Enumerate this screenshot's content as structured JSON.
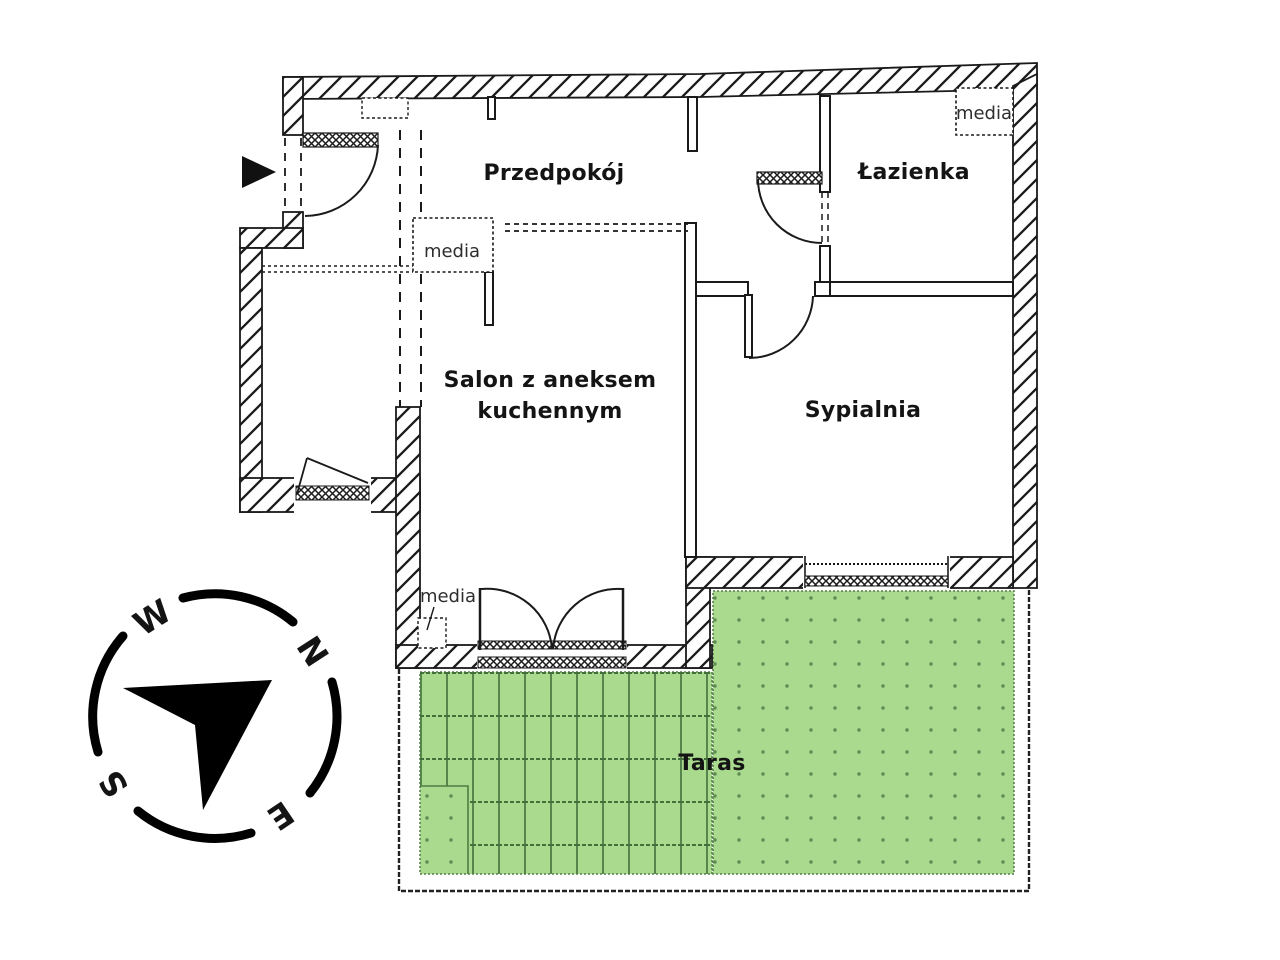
{
  "rooms": {
    "hallway": {
      "label": "Przedpokój"
    },
    "bathroom": {
      "label": "Łazienka"
    },
    "living": {
      "line1": "Salon z aneksem",
      "line2": "kuchennym"
    },
    "bedroom": {
      "label": "Sypialnia"
    },
    "terrace": {
      "label": "Taras"
    }
  },
  "utilities": {
    "media_top_right": "media",
    "media_kitchen": "media",
    "media_bottom": "media"
  },
  "compass": {
    "north": "N",
    "south": "S",
    "east": "E",
    "west": "W"
  },
  "colors": {
    "terrace_green": "#a9da8e",
    "terrace_edge": "#55804a",
    "tile_line": "#4e7d44",
    "tile_line_h": "#42703a",
    "dot": "#5f8a54",
    "wall": "#1a1a1a"
  }
}
